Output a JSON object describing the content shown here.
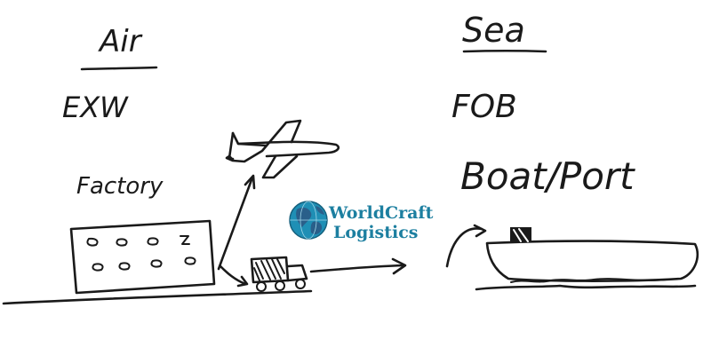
{
  "columns": {
    "air": {
      "heading": "Air",
      "term": "EXW",
      "location": "Factory"
    },
    "sea": {
      "heading": "Sea",
      "term": "FOB",
      "location": "Boat/Port"
    }
  },
  "logo": {
    "line1": "WorldCraft",
    "line2": "Logistics",
    "icon": "globe-icon",
    "colors": {
      "text": "#1c7fa0",
      "globe_ocean": "#1f8fb5",
      "globe_land": "#2a5f8a"
    }
  },
  "colors": {
    "ink": "#1a1a1a",
    "background": "#ffffff"
  }
}
